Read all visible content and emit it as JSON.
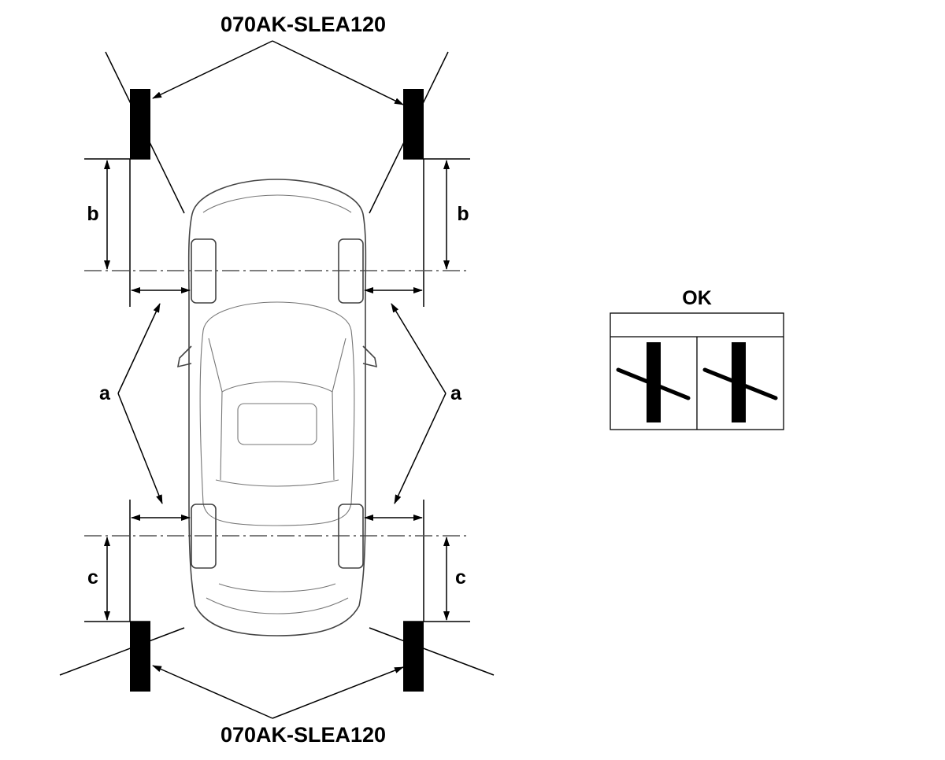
{
  "diagram": {
    "tool_label_top": "070AK-SLEA120",
    "tool_label_bottom": "070AK-SLEA120",
    "dim_b_left": "b",
    "dim_b_right": "b",
    "dim_c_left": "c",
    "dim_c_right": "c",
    "dim_a_left": "a",
    "dim_a_right": "a"
  },
  "ok_box": {
    "title": "OK"
  }
}
